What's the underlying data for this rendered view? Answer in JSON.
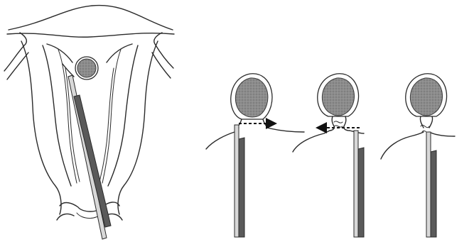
{
  "figure": {
    "panels": [
      {
        "id": "uterus-overview"
      },
      {
        "id": "step-1"
      },
      {
        "id": "step-2"
      },
      {
        "id": "step-3"
      }
    ]
  }
}
